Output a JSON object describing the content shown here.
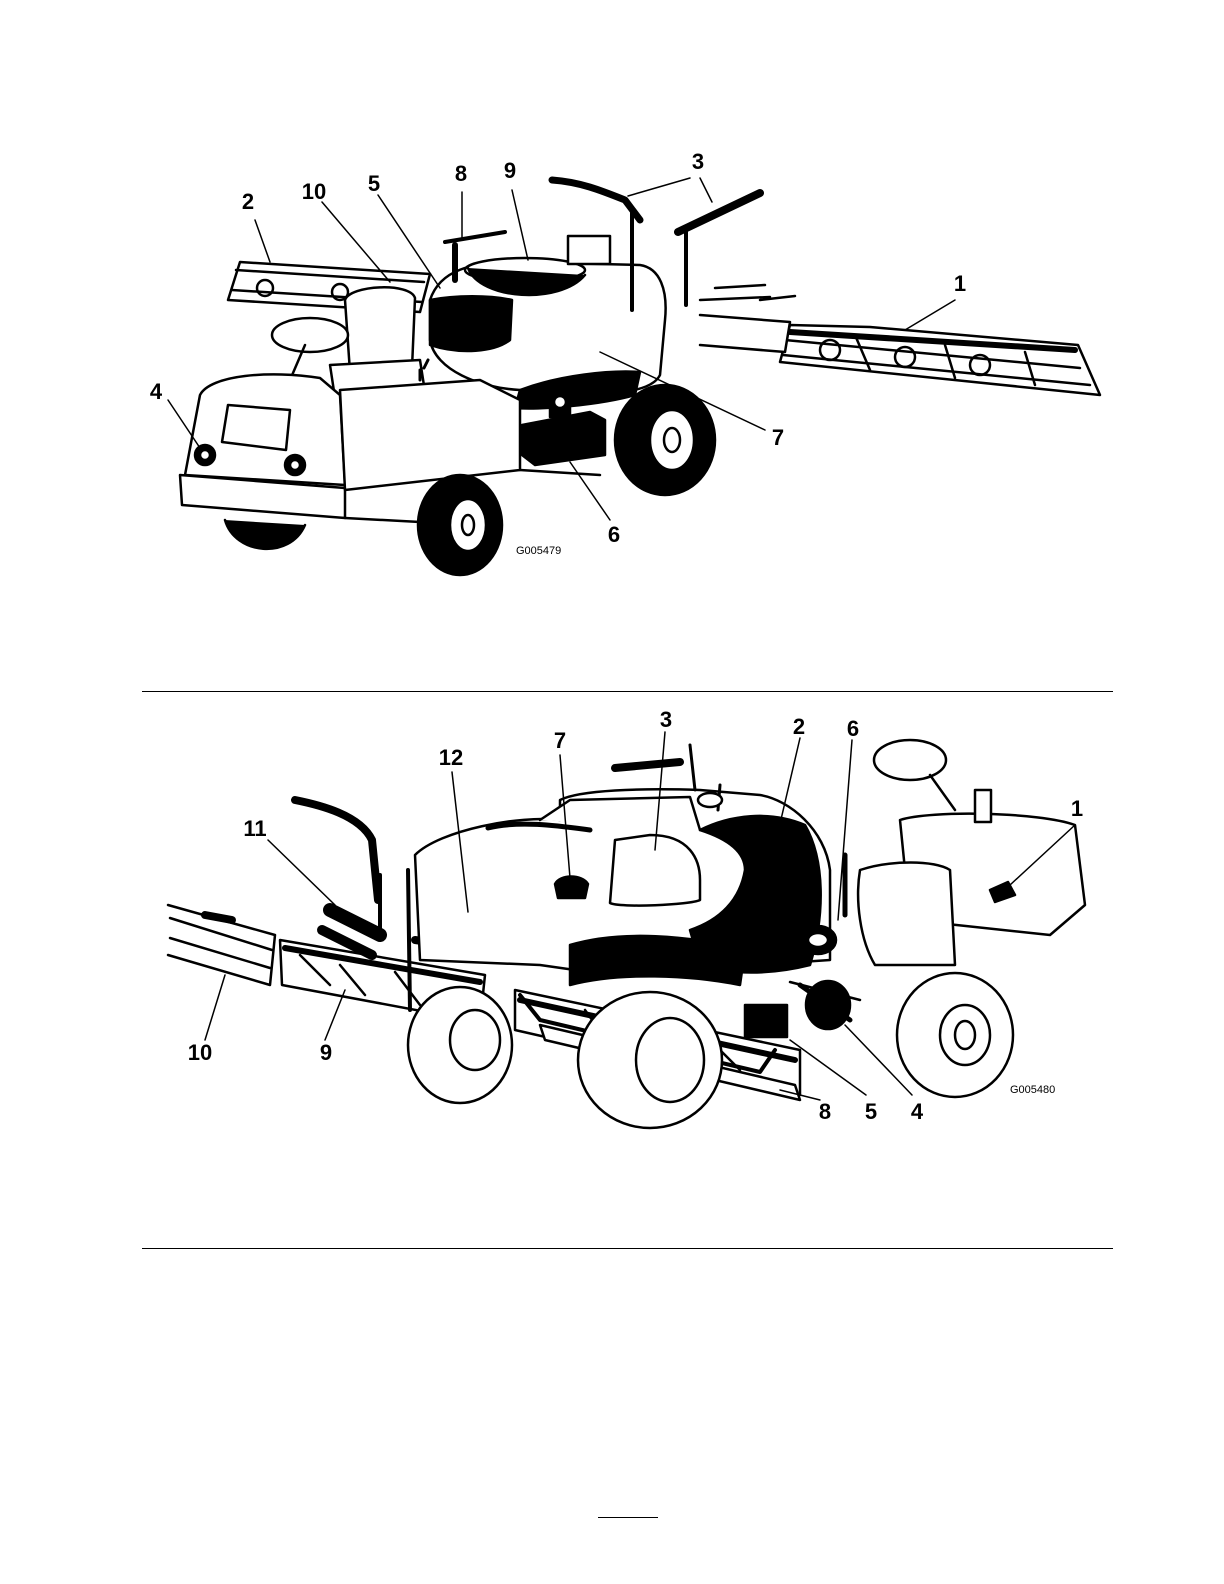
{
  "figure_top": {
    "id_label": "G005479",
    "callouts": [
      "1",
      "2",
      "3",
      "4",
      "5",
      "6",
      "7",
      "8",
      "9",
      "10"
    ]
  },
  "figure_bottom": {
    "id_label": "G005480",
    "callouts": [
      "1",
      "2",
      "3",
      "4",
      "5",
      "6",
      "7",
      "8",
      "9",
      "10",
      "11",
      "12"
    ]
  },
  "colors": {
    "ink": "#000000",
    "paper": "#ffffff"
  }
}
